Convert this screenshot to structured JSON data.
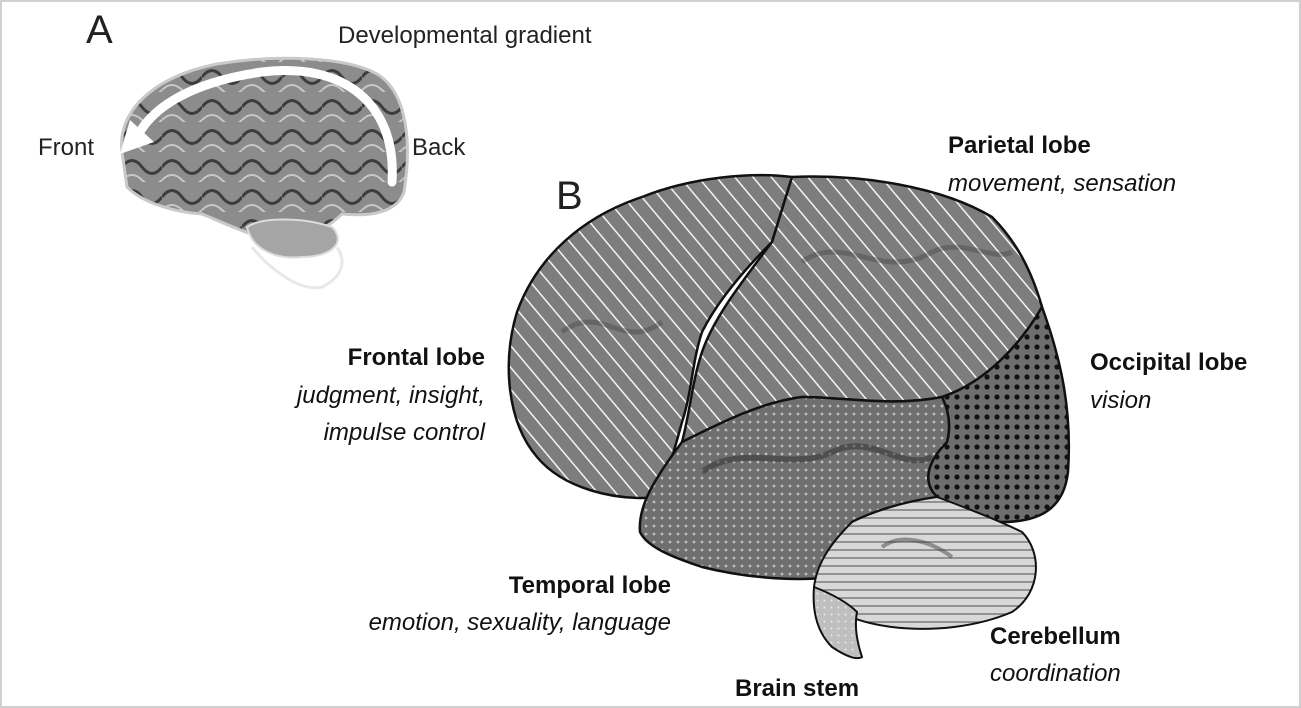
{
  "panel_a": {
    "letter": "A",
    "gradient_label": "Developmental gradient",
    "front_label": "Front",
    "back_label": "Back"
  },
  "panel_b": {
    "letter": "B",
    "lobes": {
      "parietal": {
        "name": "Parietal lobe",
        "function": "movement, sensation"
      },
      "occipital": {
        "name": "Occipital lobe",
        "function": "vision"
      },
      "frontal": {
        "name": "Frontal lobe",
        "function_line1": "judgment, insight,",
        "function_line2": "impulse control"
      },
      "temporal": {
        "name": "Temporal lobe",
        "function": "emotion, sexuality, language"
      },
      "cerebellum": {
        "name": "Cerebellum",
        "function": "coordination"
      },
      "brain_stem": {
        "name": "Brain stem"
      }
    }
  },
  "colors": {
    "outline": "#111111",
    "brain_fill": "#8a8a8a",
    "brain_dark": "#555555",
    "arrow": "#ffffff"
  }
}
